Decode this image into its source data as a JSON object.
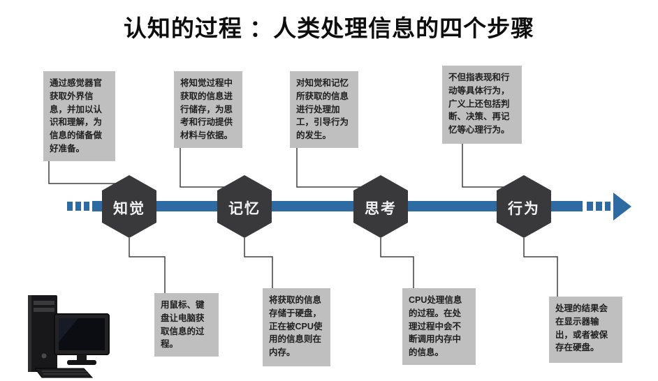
{
  "title": "认知的过程 ：人类处理信息的四个步骤",
  "colors": {
    "timeline": "#2e6ba3",
    "hexagon": "#39393b",
    "connector": "#3f3f3f",
    "note_bg": "#bfbfbf",
    "note_text": "#1f1f1f",
    "step_label": "#f2f2f2"
  },
  "steps": [
    {
      "label": "知觉"
    },
    {
      "label": "记忆"
    },
    {
      "label": "思考"
    },
    {
      "label": "行为"
    }
  ],
  "top_notes": [
    {
      "text": "通过感觉器官获取外界信息，并加以认识和理解，为信息的储备做好准备。"
    },
    {
      "text": "将知觉过程中获取的信息进行储存，为思考和行动提供材料与依据。"
    },
    {
      "text": "对知觉和记忆所获取的信息进行处理加工，引导行为的发生。"
    },
    {
      "text": "不但指表现和行动等具体行为，广义上还包括判断、决策、再记忆等心理行为。"
    }
  ],
  "bottom_notes": [
    {
      "text": "用鼠标、键盘让电脑获取信息的过程。"
    },
    {
      "text": "将获取的信息存储于硬盘，正在被CPU使用的信息则在内存。"
    },
    {
      "text": "CPU处理信息的过程。在处理过程中会不断调用内存中的信息。"
    },
    {
      "text": "处理的结果会在显示器输出，或者被保存在硬盘。"
    }
  ],
  "illustration": {
    "name": "desktop-computer"
  }
}
